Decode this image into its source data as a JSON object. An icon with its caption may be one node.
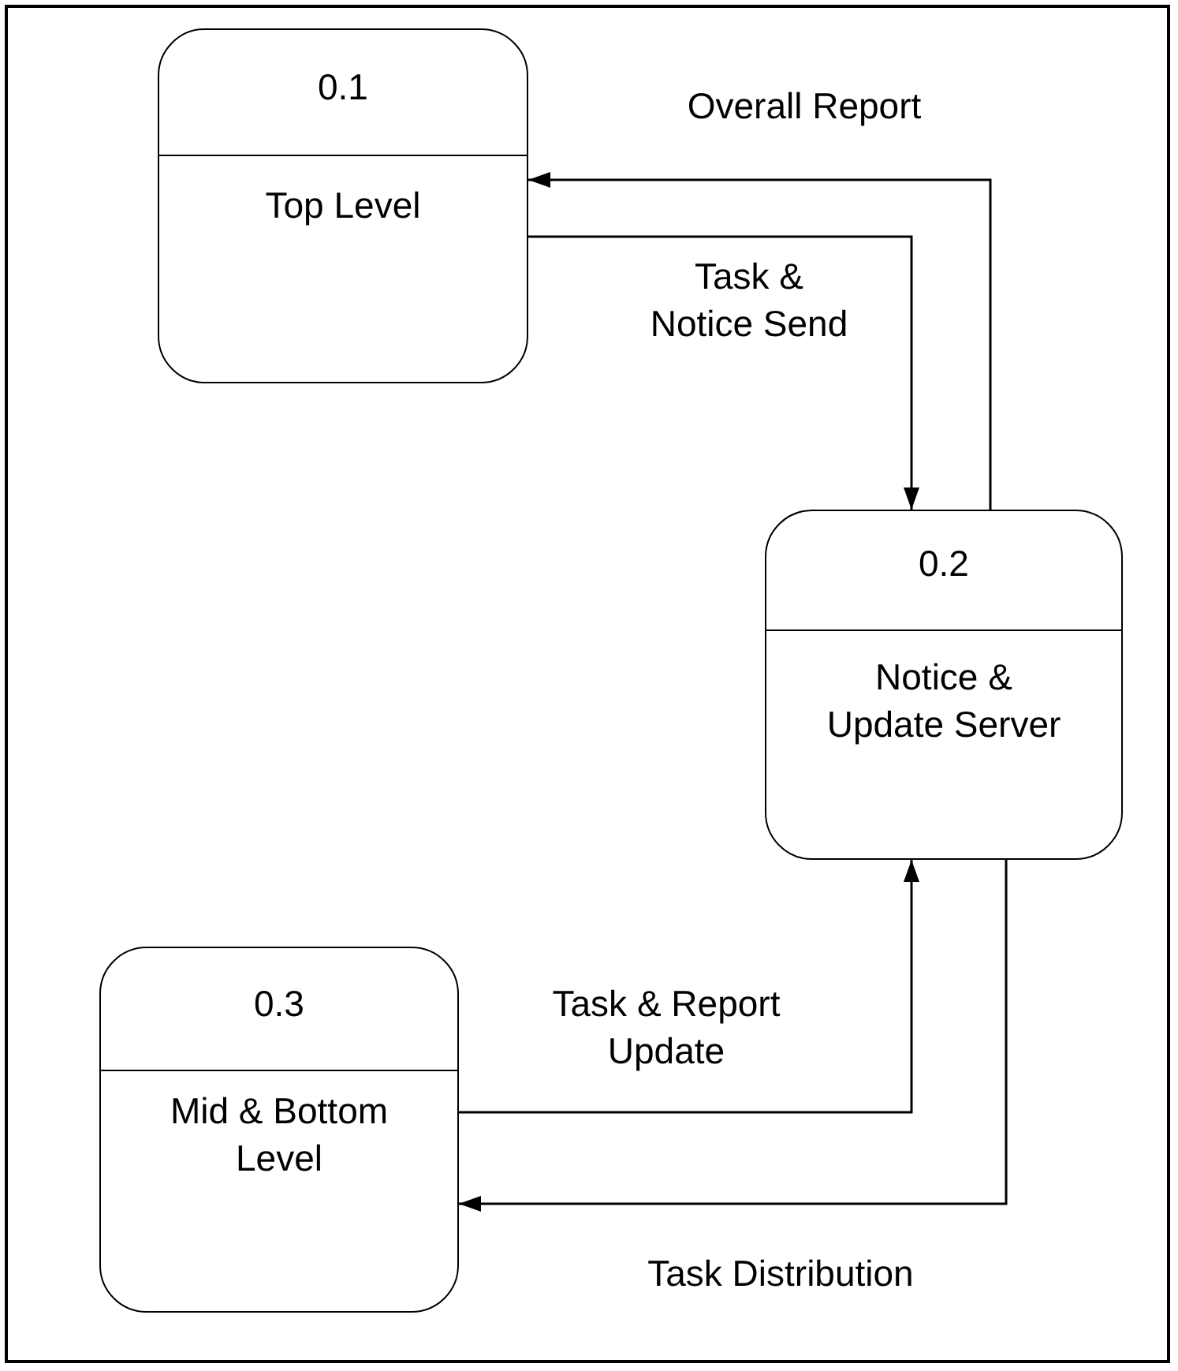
{
  "diagram": {
    "nodes": [
      {
        "text": [
          "0.1",
          "Top Level"
        ]
      },
      {
        "text": [
          "0.2",
          "Notice & Update Server"
        ]
      },
      {
        "text": [
          "0.3",
          "Mid & Bottom Level"
        ]
      }
    ],
    "edges": [
      {
        "from": 1,
        "to": 0,
        "arrow": "to",
        "label": "Overall Report"
      },
      {
        "from": 0,
        "to": 1,
        "arrow": "to",
        "label": "Task & Notice Send"
      },
      {
        "from": 2,
        "to": 1,
        "arrow": "to",
        "label": "Task & Report Update"
      },
      {
        "from": 1,
        "to": 2,
        "arrow": "to",
        "label": "Task Distribution"
      }
    ]
  }
}
